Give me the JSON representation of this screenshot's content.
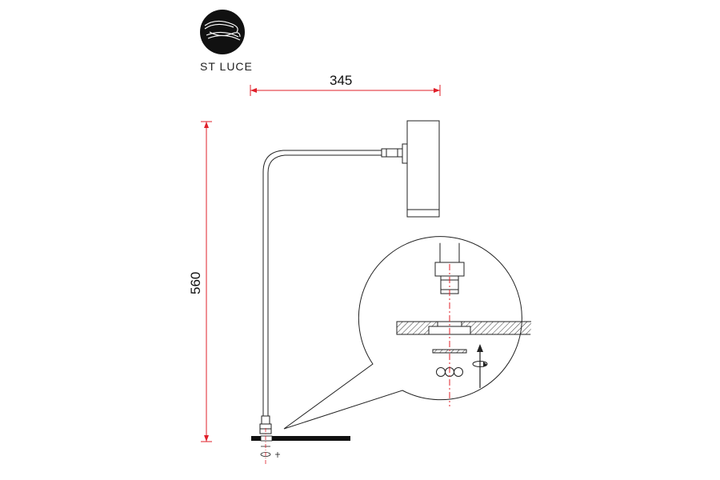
{
  "brand": {
    "name": "ST LUCE"
  },
  "dimensions": {
    "width_label": "345",
    "height_label": "560"
  },
  "colors": {
    "dimension_line": "#e0202a",
    "drawing_line": "#222222",
    "background": "#ffffff"
  }
}
